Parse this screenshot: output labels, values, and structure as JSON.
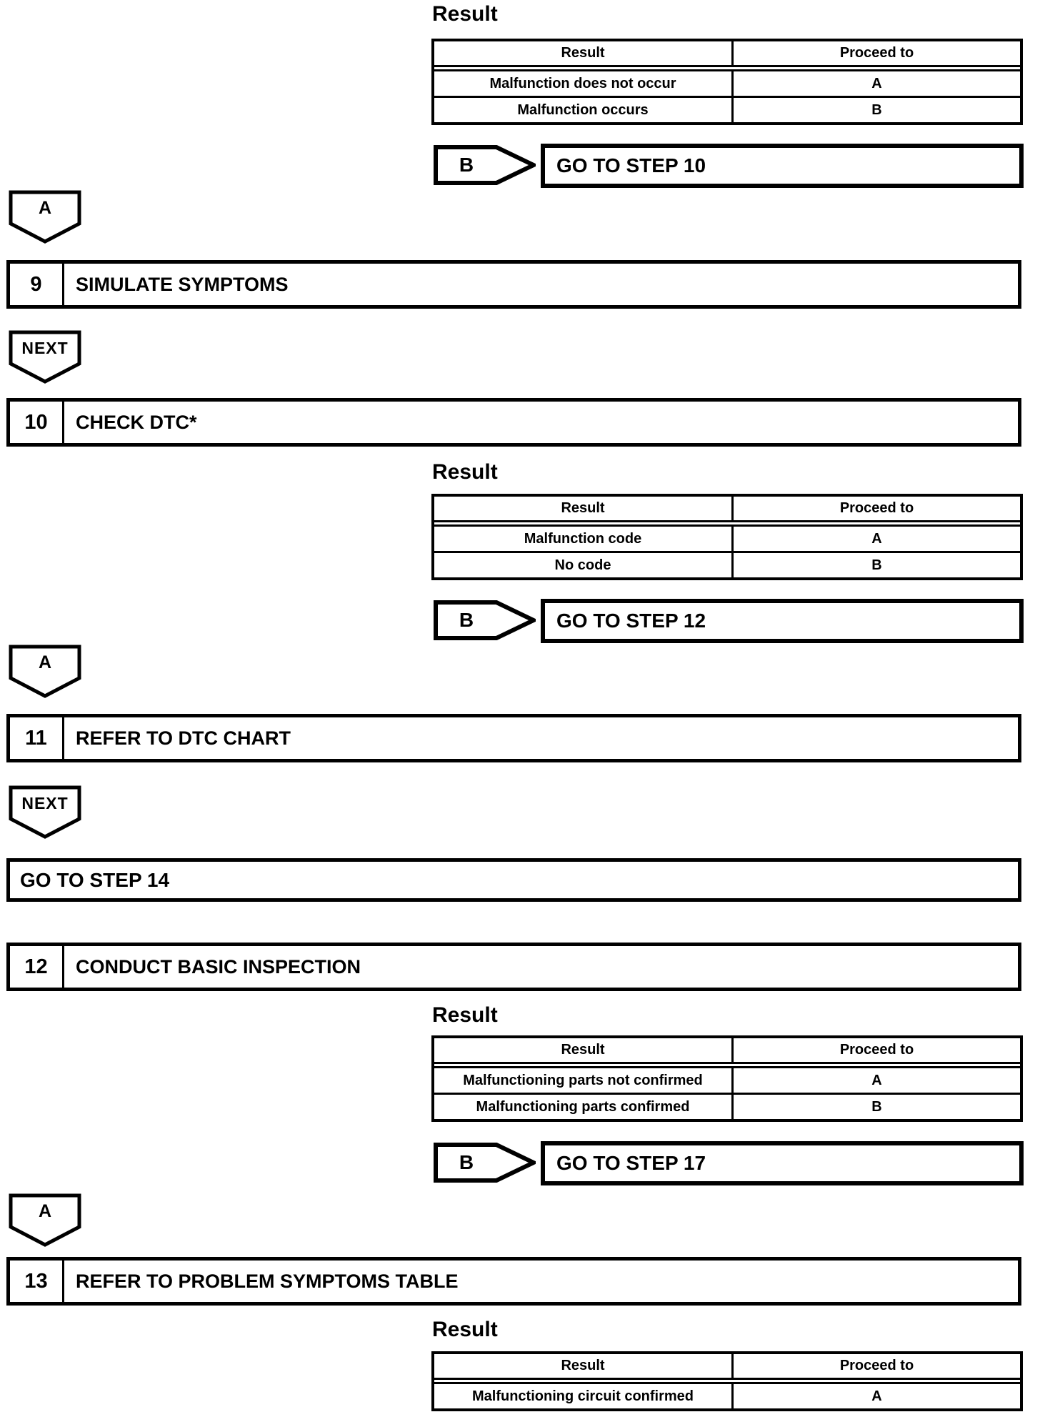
{
  "page": {
    "bg": "#ffffff",
    "ink": "#000000"
  },
  "sections": {
    "result1": {
      "heading": "Result",
      "table": {
        "col1_header": "Result",
        "col2_header": "Proceed to",
        "rows": [
          {
            "result": "Malfunction does not occur",
            "proceed": "A"
          },
          {
            "result": "Malfunction occurs",
            "proceed": "B"
          }
        ]
      },
      "branch": {
        "badge": "B",
        "action": "GO TO STEP 10"
      }
    },
    "connector_a1": {
      "label": "A"
    },
    "step9": {
      "number": "9",
      "title": "SIMULATE SYMPTOMS"
    },
    "next1": {
      "label": "NEXT"
    },
    "step10": {
      "number": "10",
      "title": "CHECK DTC*"
    },
    "result2": {
      "heading": "Result",
      "table": {
        "col1_header": "Result",
        "col2_header": "Proceed to",
        "rows": [
          {
            "result": "Malfunction code",
            "proceed": "A"
          },
          {
            "result": "No code",
            "proceed": "B"
          }
        ]
      },
      "branch": {
        "badge": "B",
        "action": "GO TO STEP 12"
      }
    },
    "connector_a2": {
      "label": "A"
    },
    "step11": {
      "number": "11",
      "title": "REFER TO DTC CHART"
    },
    "next2": {
      "label": "NEXT"
    },
    "goto14": {
      "label": "GO TO STEP 14"
    },
    "step12": {
      "number": "12",
      "title": "CONDUCT BASIC INSPECTION"
    },
    "result3": {
      "heading": "Result",
      "table": {
        "col1_header": "Result",
        "col2_header": "Proceed to",
        "rows": [
          {
            "result": "Malfunctioning parts not confirmed",
            "proceed": "A"
          },
          {
            "result": "Malfunctioning parts confirmed",
            "proceed": "B"
          }
        ]
      },
      "branch": {
        "badge": "B",
        "action": "GO TO STEP 17"
      }
    },
    "connector_a3": {
      "label": "A"
    },
    "step13": {
      "number": "13",
      "title": "REFER TO PROBLEM SYMPTOMS TABLE"
    },
    "result4": {
      "heading": "Result",
      "table": {
        "col1_header": "Result",
        "col2_header": "Proceed to",
        "rows": [
          {
            "result": "Malfunctioning circuit confirmed",
            "proceed": "A"
          }
        ]
      }
    }
  }
}
